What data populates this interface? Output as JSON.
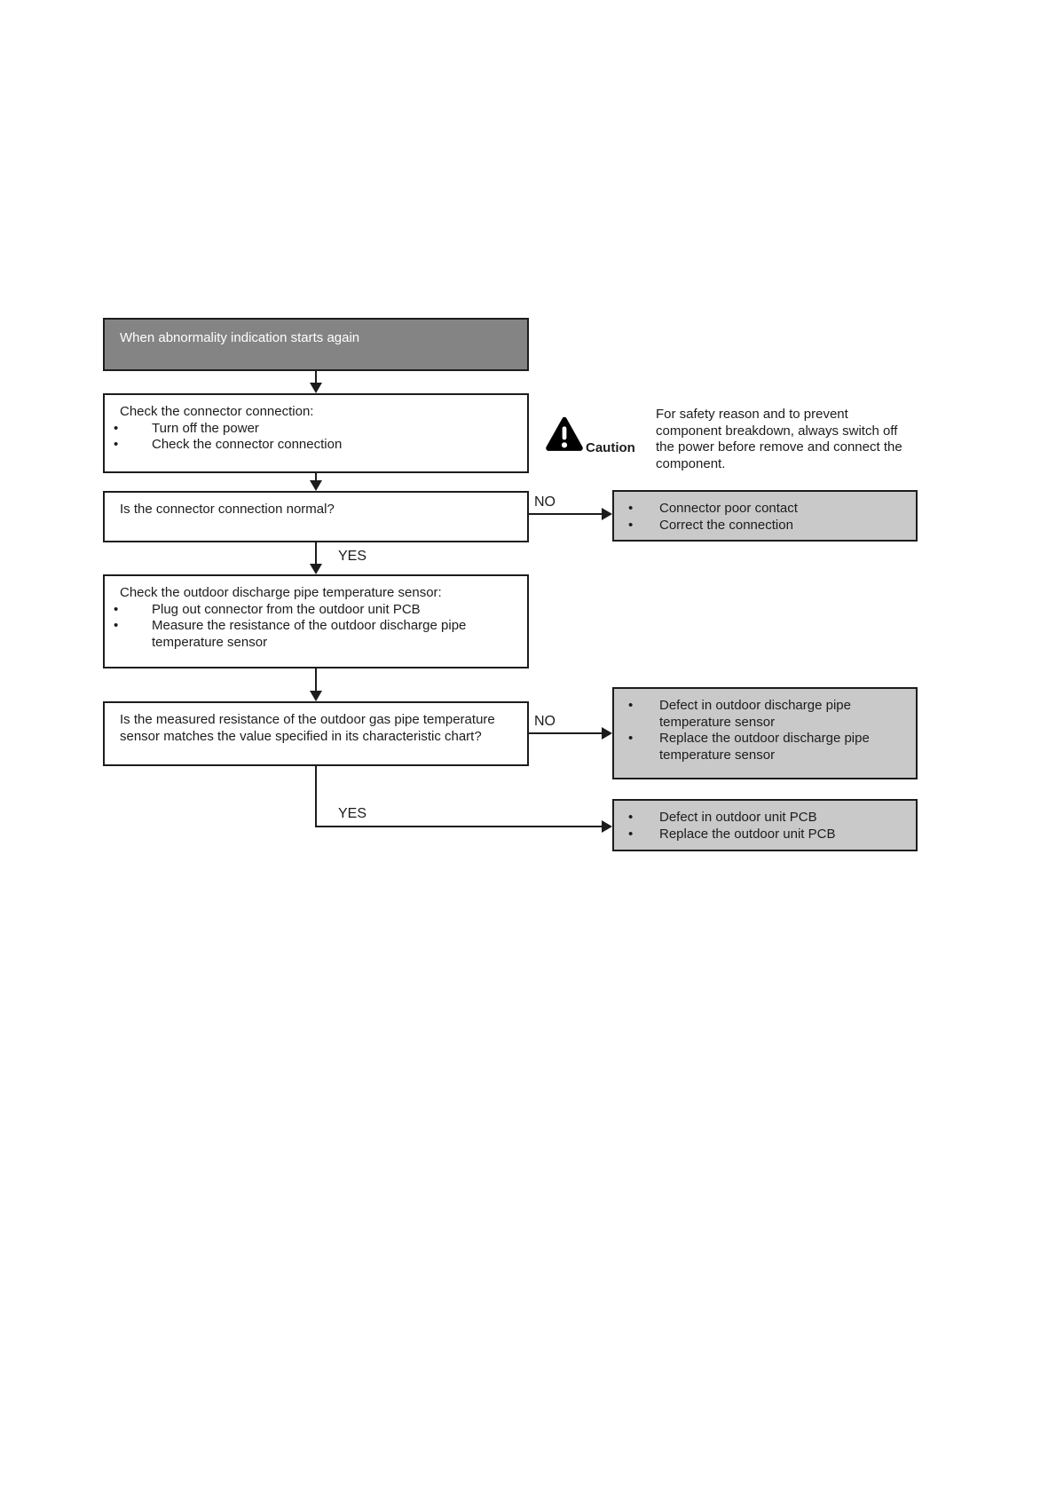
{
  "flowchart": {
    "start_label": "When abnormality indication starts again",
    "steps": [
      {
        "title": "Check the connector connection:",
        "bullets": [
          "Turn off the power",
          "Check the connector connection"
        ]
      },
      {
        "title": "Is the connector connection normal?"
      },
      {
        "title": "Check the outdoor discharge pipe temperature sensor:",
        "bullets": [
          "Plug out connector from the outdoor unit PCB",
          "Measure the resistance of the outdoor discharge pipe temperature sensor"
        ]
      },
      {
        "title": "Is the measured resistance of the outdoor gas pipe temperature sensor matches the value specified in its characteristic chart?"
      }
    ],
    "results": [
      {
        "bullets": [
          "Connector poor contact",
          "Correct the connection"
        ]
      },
      {
        "bullets": [
          "Defect in outdoor discharge pipe temperature sensor",
          "Replace the outdoor discharge pipe temperature sensor"
        ]
      },
      {
        "bullets": [
          "Defect in outdoor unit PCB",
          "Replace the outdoor unit PCB"
        ]
      }
    ],
    "labels": {
      "yes": "YES",
      "no": "NO"
    },
    "caution": {
      "label": "Caution",
      "text": "For safety reason and to prevent component breakdown, always switch off the power before remove and connect the component."
    },
    "colors": {
      "header_fill": "#848484",
      "header_text": "#ffffff",
      "result_fill": "#c9c9c9",
      "line_color": "#1c1c1c"
    }
  },
  "glyphs": {
    "bullet": "•",
    "warning_icon": "warning-triangle"
  }
}
